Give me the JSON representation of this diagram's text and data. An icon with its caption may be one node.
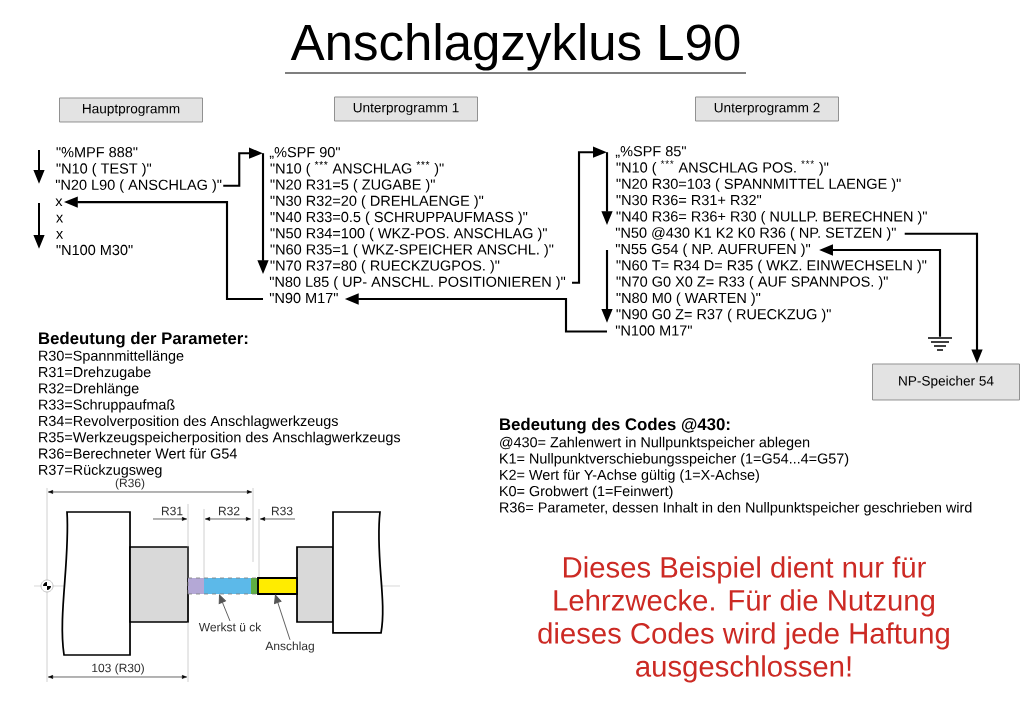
{
  "diagram": {
    "title": "Anschlagzyklus L90",
    "nodes": [
      {
        "text": [
          "Hauptprogramm"
        ]
      },
      {
        "text": [
          "Unterprogramm 1"
        ]
      },
      {
        "text": [
          "Unterprogramm 2"
        ]
      },
      {
        "text": [
          "\"N20 L90 ( ANSCHLAG )\""
        ]
      },
      {
        "text": [
          "x"
        ]
      },
      {
        "text": [
          "„%SPF 90\""
        ]
      },
      {
        "text": [
          "\"N80 L85 ( UP- ANSCHL. POSITIONIEREN )\""
        ]
      },
      {
        "text": [
          "\"N90 M17\""
        ]
      },
      {
        "text": [
          "„%SPF 85\""
        ]
      },
      {
        "text": [
          "\"N50 @430 K1 K2 K0 R36 ( NP. SETZEN )\""
        ]
      },
      {
        "text": [
          "\"N55 G54 ( NP. AUFRUFEN )\""
        ]
      },
      {
        "text": [
          "\"N100 M17\""
        ]
      },
      {
        "text": [],
        "shape": "ground"
      },
      {
        "text": [
          "NP-Speicher 54"
        ]
      },
      {
        "text": [],
        "shape": "bar"
      },
      {
        "text": [],
        "shape": "bar"
      },
      {
        "text": [
          "Werkst ü ck"
        ]
      },
      {
        "text": [
          "Anschlag"
        ]
      }
    ],
    "edges": [
      {
        "from": 3,
        "to": 5,
        "arrow": "to"
      },
      {
        "from": 7,
        "to": 4,
        "arrow": "to"
      },
      {
        "from": 6,
        "to": 8,
        "arrow": "to"
      },
      {
        "from": 11,
        "to": 7,
        "arrow": "to"
      },
      {
        "from": 9,
        "to": 13,
        "arrow": "to"
      },
      {
        "from": 12,
        "to": 10,
        "arrow": "to"
      },
      {
        "from": 16,
        "to": 14,
        "arrow": "to",
        "color": "#555555"
      },
      {
        "from": 17,
        "to": 15,
        "arrow": "to",
        "color": "#555555"
      },
      {
        "from": 5,
        "to": 6,
        "arrow": "to"
      },
      {
        "from": 8,
        "to": 9,
        "arrow": "to"
      },
      {
        "from": 10,
        "to": 11,
        "arrow": "to"
      }
    ],
    "labels": [
      "\"%MPF 888\"",
      "\"N10 ( TEST )\"",
      "x",
      "x",
      "\"N100 M30\"",
      "\"N10 ( $^{*}$$^{*}$$^{*}$ ANSCHLAG $^{*}$$^{*}$$^{*}$ )\"",
      "\"N20 R31=5 ( ZUGABE )\"",
      "\"N30 R32=20 ( DREHLAENGE )\"",
      "\"N40 R33=0.5 ( SCHRUPPAUFMASS )\"",
      "\"N50 R34=100 ( WKZ-POS. ANSCHLAG )\"",
      "\"N60 R35=1 ( WKZ-SPEICHER ANSCHL. )\"",
      "\"N70 R37=80 ( RUECKZUGPOS. )\"",
      "\"N10 ( $^{*}$$^{*}$$^{*}$ ANSCHLAG POS. $^{*}$$^{*}$$^{*}$ )\"",
      "\"N20 R30=103 ( SPANNMITTEL LAENGE )\"",
      "\"N30 R36= R31+ R32\"",
      "\"N40 R36= R36+ R30 ( NULLP. BERECHNEN )\"",
      "\"N60 T= R34 D= R35 ( WKZ. EINWECHSELN )\"",
      "\"N70 G0 X0 Z= R33 ( AUF SPANNPOS. )\"",
      "\"N80 M0 ( WARTEN )\"",
      "\"N90 G0 Z= R37 ( RUECKZUG )\"",
      "Bedeutung der Parameter:",
      "R30=Spannmittellänge",
      "R31=Drehzugabe",
      "R32=Drehlänge",
      "R33=Schruppaufmaß",
      "R34=Revolverposition des Anschlagwerkzeugs",
      "R35=Werkzeugspeicherposition des Anschlagwerkzeugs",
      "R36=Berechneter Wert für G54",
      "R37=Rückzugsweg",
      "(R36)",
      "R31",
      "R32",
      "R33",
      "103 (R30)",
      "Bedeutung des Codes @430:",
      "@430= Zahlenwert in Nullpunktspeicher ablegen",
      "K1= Nullpunktverschiebungsspeicher (1=G54...4=G57)",
      "K2= Wert für Y-Achse gültig (1=X-Achse)",
      "K0= Grobwert (1=Feinwert)",
      "R36= Parameter, dessen Inhalt in den Nullpunktspeicher geschrieben wird",
      "Dieses Beispiel dient nur für Lehrzwecke. Für die Nutzung dieses Codes wird jede Haftung ausgeschlossen!"
    ]
  }
}
